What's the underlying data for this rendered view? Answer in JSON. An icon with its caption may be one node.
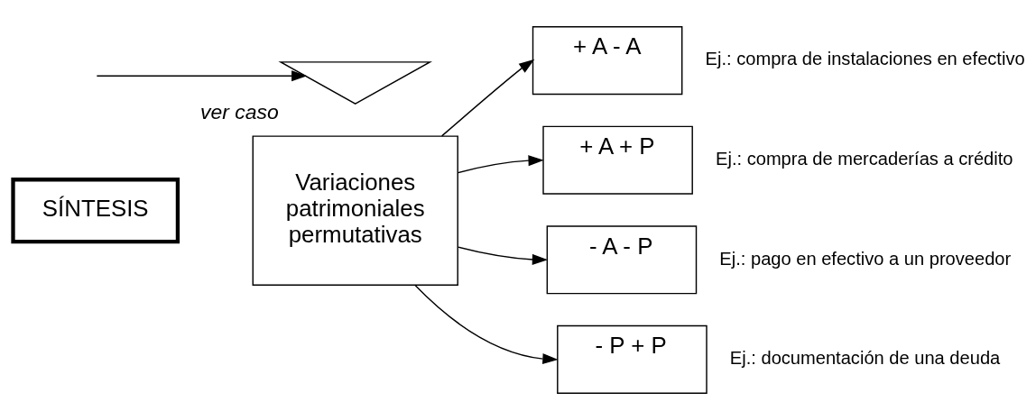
{
  "diagram": {
    "nodes": [
      {
        "text": [
          "SÍNTESIS"
        ]
      },
      {
        "text": [
          "Variaciones patrimoniales permutativas"
        ]
      },
      {
        "text": [
          "+ A - A"
        ],
        "beside": [
          "Ej.: compra de instalaciones en efectivo"
        ]
      },
      {
        "text": [
          "+ A + P"
        ],
        "beside": [
          "Ej.: compra de mercaderías a crédito"
        ]
      },
      {
        "text": [
          "- A - P"
        ],
        "beside": [
          "Ej.: pago en efectivo a un proveedor"
        ]
      },
      {
        "text": [
          "- P + P"
        ],
        "beside": [
          "Ej.: documentación de una deuda"
        ]
      },
      {
        "text": [
          "ver caso"
        ]
      }
    ],
    "edges": [
      {
        "from": 1,
        "to": 2,
        "arrow": "to"
      },
      {
        "from": 1,
        "to": 3,
        "arrow": "to"
      },
      {
        "from": 1,
        "to": 4,
        "arrow": "to"
      },
      {
        "from": 1,
        "to": 5,
        "arrow": "to"
      },
      {
        "from": null,
        "to": 6,
        "arrow": "to"
      }
    ]
  }
}
